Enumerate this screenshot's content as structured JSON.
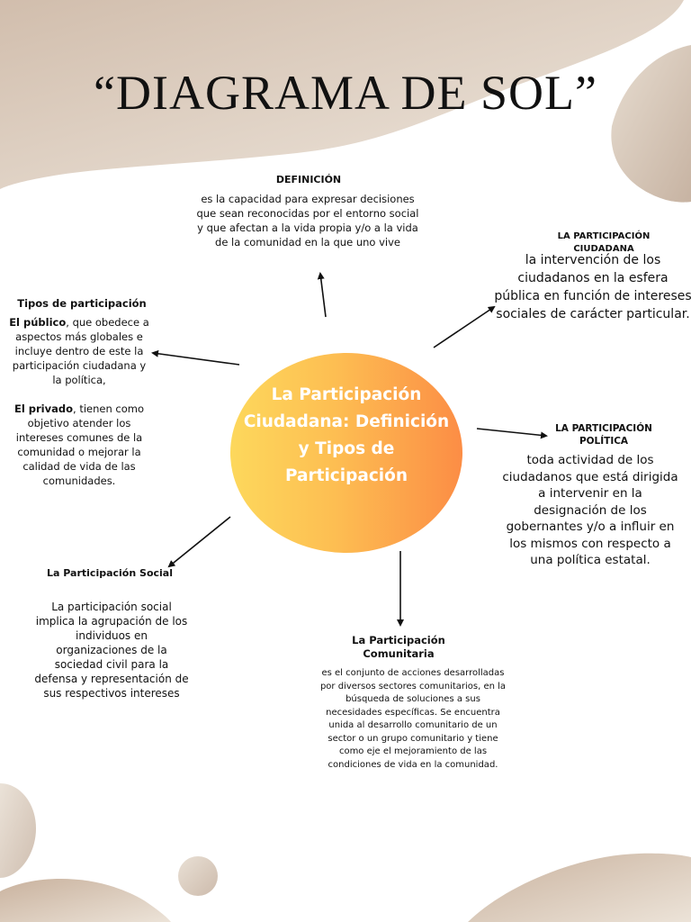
{
  "title": "“DIAGRAMA DE SOL”",
  "center": {
    "lines": [
      "La Participación",
      "Ciudadana: Definición",
      "y Tipos de",
      "Participación"
    ]
  },
  "definicion": {
    "heading": "DEFINICIÓN",
    "text": "es la capacidad para expresar decisiones que sean reconocidas por el entorno social y que afectan a la vida propia y/o a la vida de la comunidad en la que uno vive"
  },
  "ciudadana": {
    "heading": "LA PARTICIPACIÓN CIUDADANA",
    "text": "la intervención de los ciudadanos en la esfera pública en función de intereses sociales de carácter particular."
  },
  "tipos": {
    "heading": "Tipos de participación",
    "publico_label": "El público",
    "publico_text": ", que obedece a aspectos más globales e incluye dentro de este la participación ciudadana y la política,",
    "privado_label": "El privado",
    "privado_text": ", tienen como objetivo atender los intereses comunes de la comunidad o mejorar la calidad de vida de las comunidades."
  },
  "politica": {
    "heading": "LA PARTICIPACIÓN POLÍTICA",
    "text": "toda actividad de los ciudadanos que está dirigida a intervenir en la designación de los gobernantes y/o a influir en los mismos con respecto a una política estatal."
  },
  "social": {
    "heading": "La Participación Social",
    "text": "La participación social implica la agrupación de los individuos en organizaciones de la sociedad civil para la defensa y representación de sus respectivos intereses"
  },
  "comunitaria": {
    "heading": "La Participación Comunitaria",
    "text": "es el conjunto de acciones desarrolladas por diversos sectores comunitarios, en la búsqueda de soluciones a sus necesidades específicas. Se encuentra unida al desarrollo comunitario de un sector o un grupo comunitario y tiene como eje el mejoramiento de las condiciones de vida en la comunidad."
  },
  "colors": {
    "blob": "#cfbba9",
    "sun_start": "#fdd85c",
    "sun_end": "#fc8d45",
    "arrow": "#111111"
  }
}
